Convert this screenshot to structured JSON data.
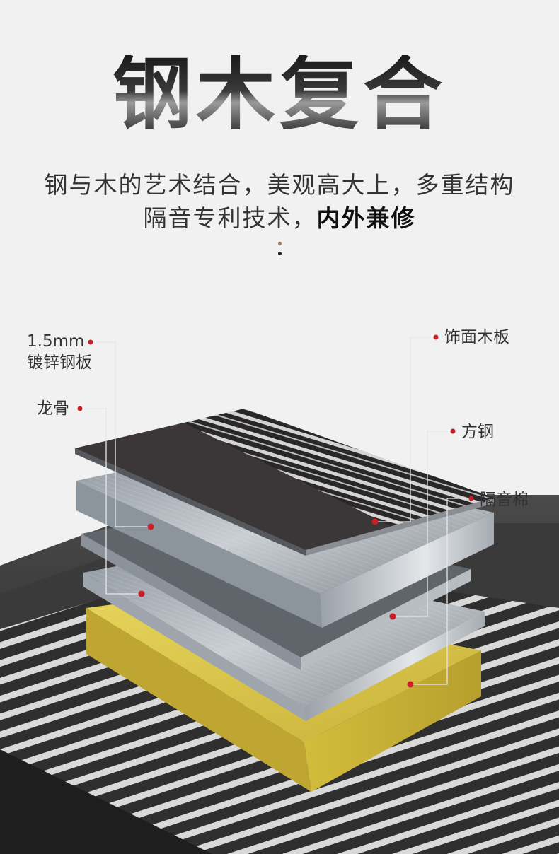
{
  "title": "钢木复合",
  "subtitle": {
    "line1": "钢与木的艺术结合，美观高大上，多重结构",
    "line2_normal": "隔音专利技术，",
    "line2_bold": "内外兼修"
  },
  "labels": {
    "steel_thickness": "1.5mm",
    "steel_plate": "镀锌钢板",
    "keel": "龙骨",
    "veneer": "饰面木板",
    "square_steel": "方钢",
    "insulation": "隔音棉"
  },
  "colors": {
    "marker": "#cc1e2a",
    "insulation": "#d8c44a",
    "steel": "#b9bec4",
    "veneer_dark": "#3b3738"
  }
}
